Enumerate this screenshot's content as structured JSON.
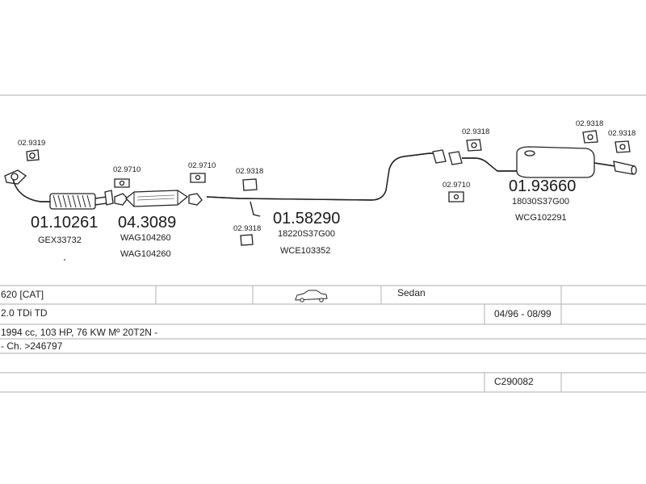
{
  "parts": {
    "downpipe": {
      "number": "01.10261",
      "codes": [
        "GEX33732"
      ],
      "gasket": "02.9319"
    },
    "catalyst": {
      "number": "04.3089",
      "codes": [
        "WAG104260",
        "WAG104260"
      ],
      "bracket_left": "02.9710",
      "bracket_right": "02.9710"
    },
    "middle_pipe": {
      "number": "01.58290",
      "codes": [
        "18220S37G00",
        "WCE103352"
      ],
      "clamp_top": "02.9318",
      "clamp_bottom": "02.9318"
    },
    "rear_muffler": {
      "number": "01.93660",
      "codes": [
        "18030S37G00",
        "WCG102291"
      ],
      "ring_left": "02.9318",
      "bracket_bottom": "02.9710",
      "ring_right_1": "02.9318",
      "ring_right_2": "02.9318"
    }
  },
  "vehicle": {
    "model": "620  [CAT]",
    "body": "Sedan",
    "engine": "2.0 TDi TD",
    "period": "04/96 - 08/99",
    "spec": "1994 cc, 103 HP, 76 KW Mº 20T2N -",
    "chassis": "- Ch. >246797",
    "code": "C290082"
  },
  "icons": {
    "car": "sedan-car-icon"
  }
}
